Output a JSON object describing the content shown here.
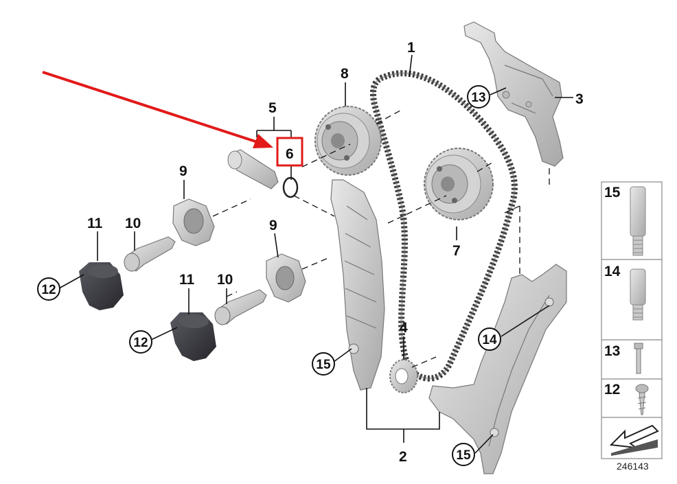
{
  "labels": {
    "p1": "1",
    "p2": "2",
    "p3": "3",
    "p4": "4",
    "p5": "5",
    "p6": "6",
    "p7": "7",
    "p8": "8",
    "p9a": "9",
    "p9b": "9",
    "p10a": "10",
    "p10b": "10",
    "p11a": "11",
    "p11b": "11",
    "p12a": "12",
    "p12b": "12",
    "p13": "13",
    "p14": "14",
    "p15a": "15",
    "p15b": "15"
  },
  "legend": [
    "15",
    "14",
    "13",
    "12"
  ],
  "reference_number": "246143",
  "colors": {
    "arrow": "#e21a1a",
    "highlight_box": "#e21a1a",
    "part_gray": "#c9c9c9",
    "part_dark": "#3f3f46"
  }
}
